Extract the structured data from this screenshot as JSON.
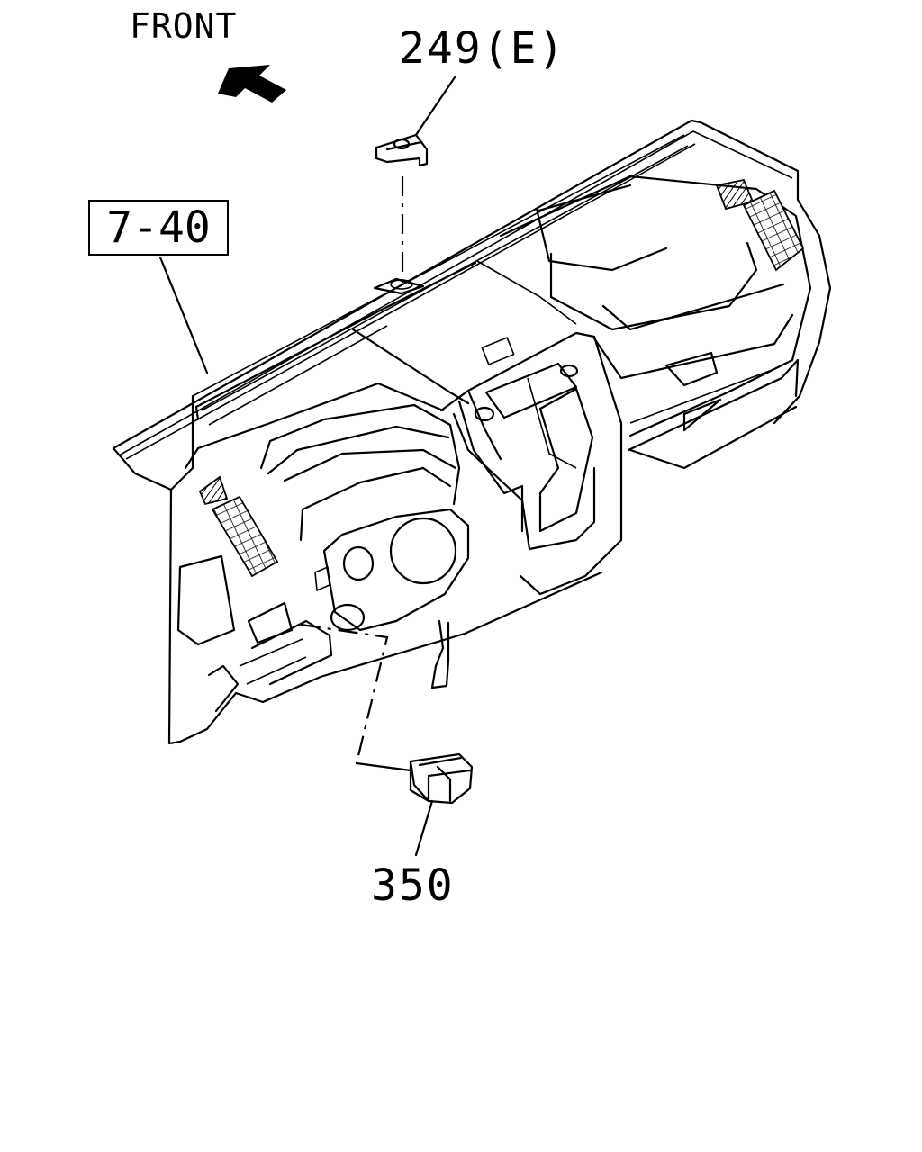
{
  "orientation": {
    "label": "FRONT",
    "arrow_icon": "front-direction-arrow-icon"
  },
  "callouts": [
    {
      "id": "249",
      "text": "249(E)",
      "boxed": false
    },
    {
      "id": "740",
      "text": "7-40",
      "boxed": true
    },
    {
      "id": "350",
      "text": "350",
      "boxed": false
    }
  ],
  "colors": {
    "line": "#000000",
    "background": "#ffffff"
  }
}
